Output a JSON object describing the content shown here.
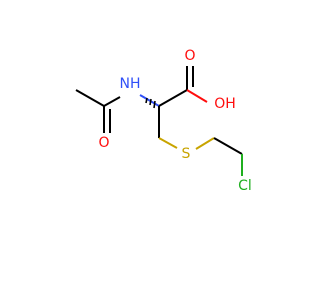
{
  "molecule": {
    "atoms": [
      {
        "id": "nh",
        "label": "NH",
        "color": "#3050F8"
      },
      {
        "id": "o_carbonyl_left",
        "label": "O",
        "color": "#FF0D0D"
      },
      {
        "id": "o_carbonyl_acid",
        "label": "O",
        "color": "#FF0D0D"
      },
      {
        "id": "oh",
        "label": "OH",
        "color": "#FF0D0D"
      },
      {
        "id": "s",
        "label": "S",
        "color": "#C8A400"
      },
      {
        "id": "cl",
        "label": "Cl",
        "color": "#1FAF1F"
      }
    ],
    "bond_color": "#000000",
    "hetero_bond_colors": {
      "nitrogen": "#3050F8",
      "oxygen": "#FF0D0D",
      "sulfur": "#C8A400",
      "chlorine": "#1FAF1F"
    }
  }
}
